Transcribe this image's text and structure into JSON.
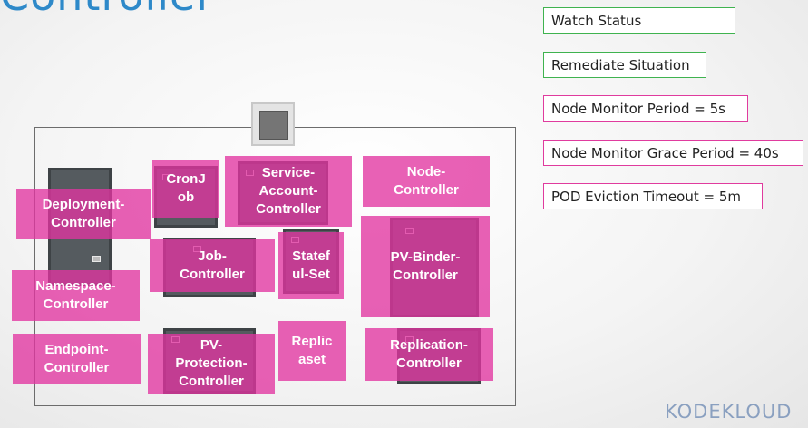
{
  "title": "Controller",
  "legend": [
    {
      "text": "Watch Status",
      "border": "#3fb34f"
    },
    {
      "text": "Remediate Situation",
      "border": "#3fb34f"
    },
    {
      "text": "Node Monitor Period = 5s",
      "border": "#e03b9e"
    },
    {
      "text": "Node Monitor Grace Period = 40s",
      "border": "#e03b9e"
    },
    {
      "text": "POD Eviction Timeout = 5m",
      "border": "#e03b9e"
    }
  ],
  "controllers": {
    "deployment": "Deployment-\nController",
    "cronjob": "CronJ\nob",
    "service_account": "Service-\nAccount-\nController",
    "node": "Node-\nController",
    "job": "Job-\nController",
    "statefulset": "Statef\nul-Set",
    "pv_binder": "PV-Binder-\nController",
    "namespace": "Namespace-\nController",
    "endpoint": "Endpoint-\nController",
    "pv_protection": "PV-\nProtection-\nController",
    "replicaset": "Replic\naset",
    "replication": "Replication-\nController"
  },
  "logo": "KODEKLOUD",
  "colors": {
    "title": "#2e89c9",
    "controller_fill": "#e134a0",
    "node_fill": "#555b5f",
    "watch_border": "#3fb34f",
    "param_border": "#e03b9e",
    "logo": "#8aa0c0"
  }
}
